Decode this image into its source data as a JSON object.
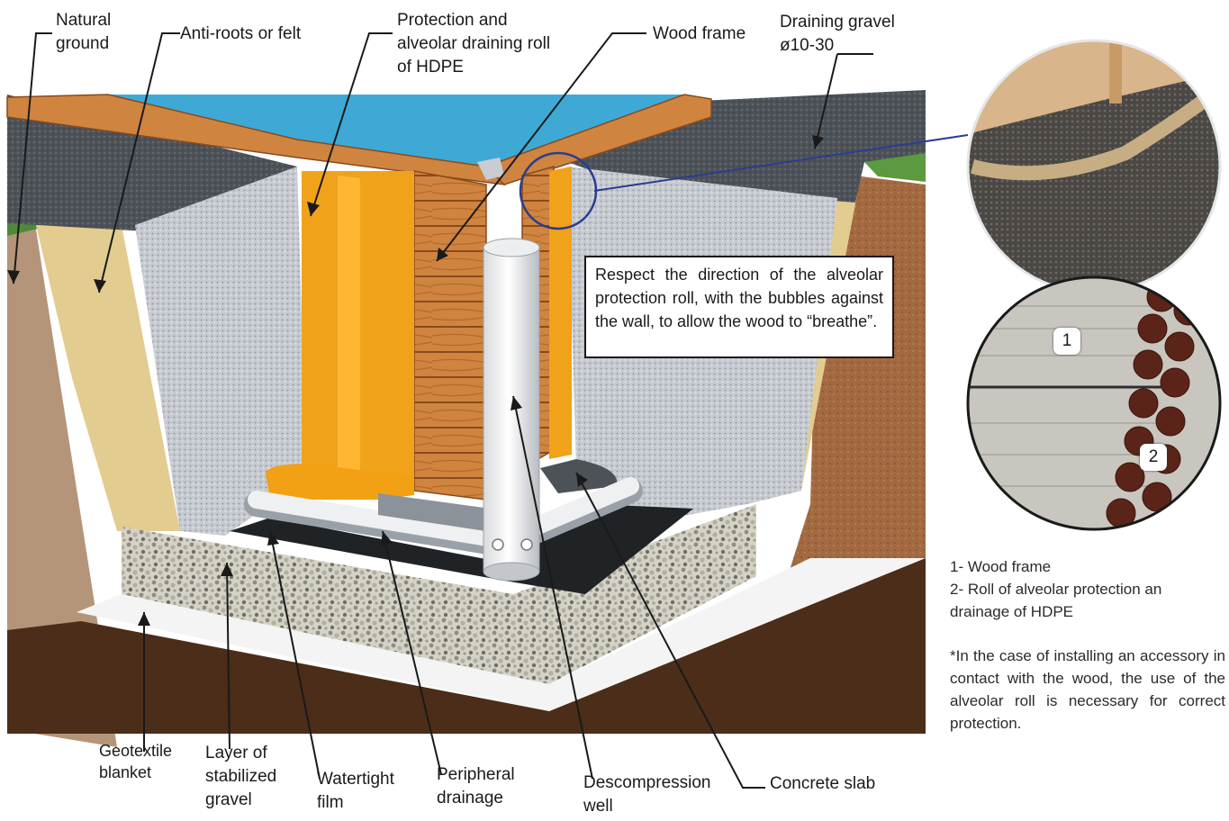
{
  "labels": {
    "natural_ground": "Natural\nground",
    "anti_roots": "Anti-roots or felt",
    "protection_roll": "Protection and\nalveolar draining roll\nof HDPE",
    "wood_frame": "Wood frame",
    "draining_gravel": "Draining gravel\nø10-30",
    "geotextile": "Geotextile\nblanket",
    "stabilized_gravel": "Layer of\nstabilized\ngravel",
    "watertight_film": "Watertight\nfilm",
    "peripheral_drainage": "Peripheral\ndrainage",
    "descompression_well": "Descompression\nwell",
    "concrete_slab": "Concrete slab"
  },
  "note": "Respect the direction of the alveolar protection roll, with the bubbles against the wall, to allow the wood to “breathe”.",
  "detail_badges": [
    "1",
    "2"
  ],
  "legend": [
    "1- Wood frame",
    "2- Roll of alveolar protection an drainage of HDPE"
  ],
  "footnote": "*In the case of installing an accessory in contact with the wood, the use of the alveolar roll is necessary for correct protection.",
  "colors": {
    "water": "#3fa9d6",
    "wood": "#c9782e",
    "membrane": "#f0a21a",
    "gravel": "#c9ccd2",
    "soil": "#a0663e",
    "sand": "#e3cc8f",
    "dark_gravel": "#4d5258",
    "callout": "#2a3d8f"
  }
}
